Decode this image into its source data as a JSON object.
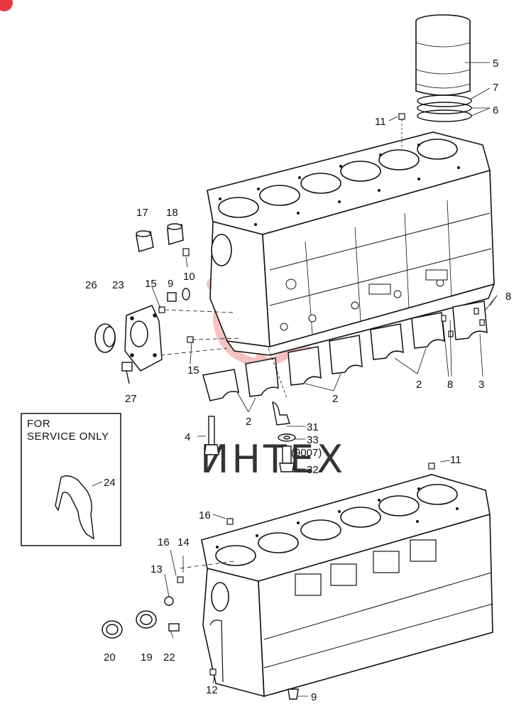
{
  "colors": {
    "line": "#111111",
    "shade": "#f3f3f3",
    "badge": "#e8383d",
    "watermark_red": "#f4b8b8",
    "watermark_gray": "#d6d6d6"
  },
  "badge": {
    "label": ""
  },
  "service_box": {
    "line1": "FOR",
    "line2": "SERVICE ONLY"
  },
  "watermark": {
    "text": "ИНТЕХ"
  },
  "callouts": {
    "c5": "5",
    "c7": "7",
    "c6": "6",
    "c11_top": "11",
    "c17": "17",
    "c18": "18",
    "c10": "10",
    "c9_top": "9",
    "c15_top": "15",
    "c26": "26",
    "c23": "23",
    "c15_bottom": "15",
    "c27": "27",
    "c2_a": "2",
    "c2_b": "2",
    "c2_c": "2",
    "c8_a": "8",
    "c8_b": "8",
    "c3": "3",
    "c4": "4",
    "c31": "31",
    "c33": "33",
    "c9007": "(9007)",
    "c32": "32",
    "c24": "24",
    "c11_bottom": "11",
    "c16_a": "16",
    "c16_b": "16",
    "c14": "14",
    "c13": "13",
    "c20": "20",
    "c19": "19",
    "c22": "22",
    "c12": "12",
    "c9_bottom": "9"
  }
}
